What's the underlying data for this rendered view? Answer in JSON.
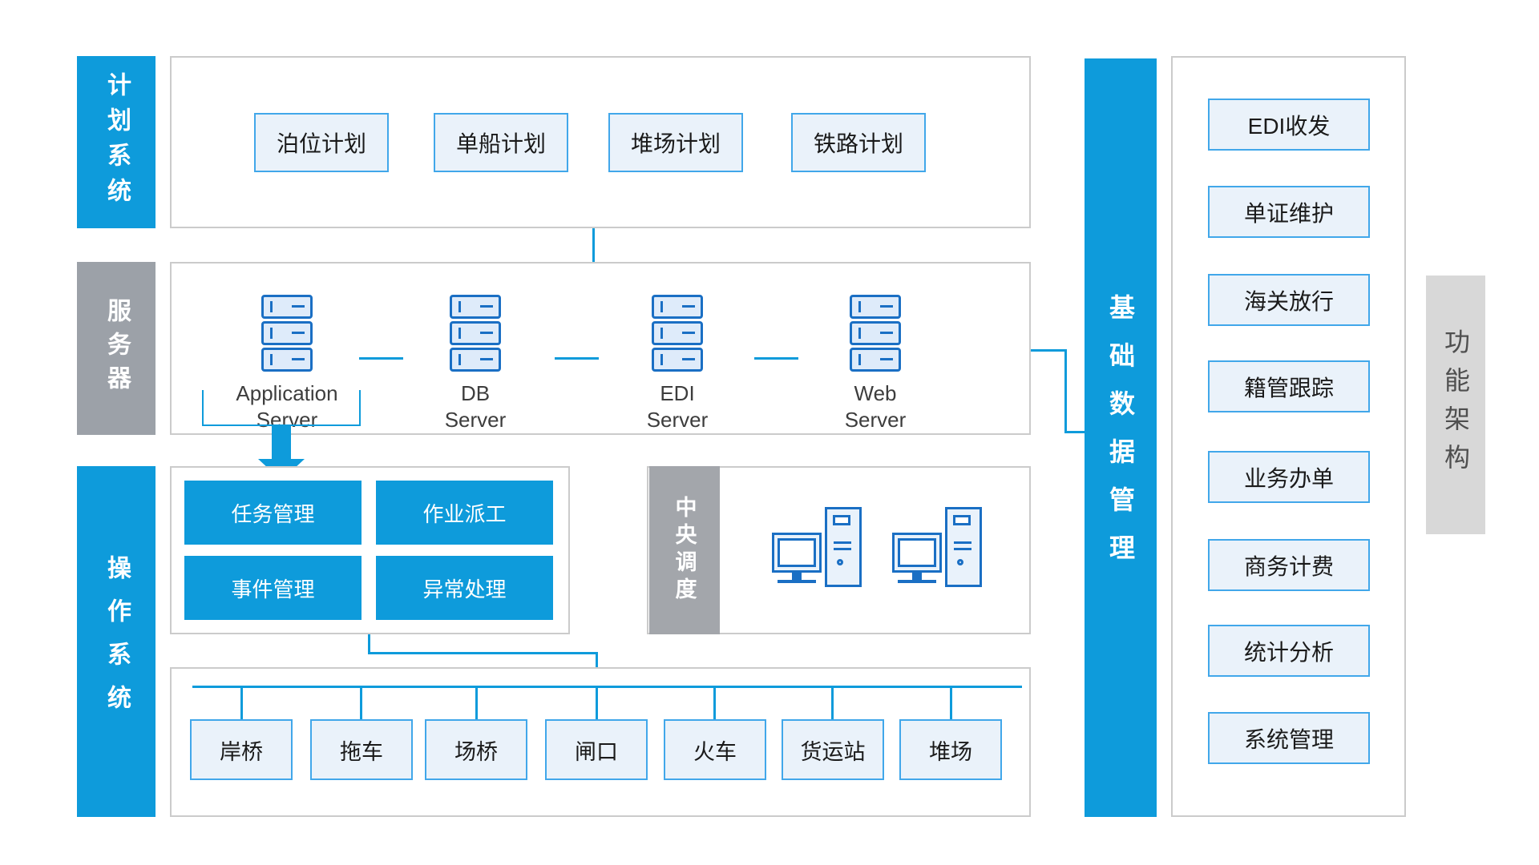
{
  "colors": {
    "accent_blue": "#0e9bdb",
    "dark_icon_blue": "#1a6fc4",
    "light_fill": "#eaf2fa",
    "light_border": "#41a7ea",
    "rail_gray": "#9ca1a8",
    "strip_gray": "#a3a6ab",
    "func_bar_gray": "#d8d8d8",
    "box_border": "#cbcbcb"
  },
  "side_rails": {
    "planning": "计划系统",
    "server": "服务器",
    "operation": "操作系统"
  },
  "planning": {
    "items": [
      "泊位计划",
      "单船计划",
      "堆场计划",
      "铁路计划"
    ]
  },
  "servers": [
    {
      "line1": "Application",
      "line2": "Server"
    },
    {
      "line1": "DB",
      "line2": "Server"
    },
    {
      "line1": "EDI",
      "line2": "Server"
    },
    {
      "line1": "Web",
      "line2": "Server"
    }
  ],
  "operations": {
    "buttons": [
      "任务管理",
      "作业派工",
      "事件管理",
      "异常处理"
    ]
  },
  "central": {
    "label": "中央调度"
  },
  "equipment": {
    "items": [
      "岸桥",
      "拖车",
      "场桥",
      "闸口",
      "火车",
      "货运站",
      "堆场"
    ]
  },
  "base_data_bar": {
    "label": "基础数据管理"
  },
  "base_functions": {
    "items": [
      "EDI收发",
      "单证维护",
      "海关放行",
      "籍管跟踪",
      "业务办单",
      "商务计费",
      "统计分析",
      "系统管理"
    ]
  },
  "function_arch": {
    "label": "功能架构"
  }
}
